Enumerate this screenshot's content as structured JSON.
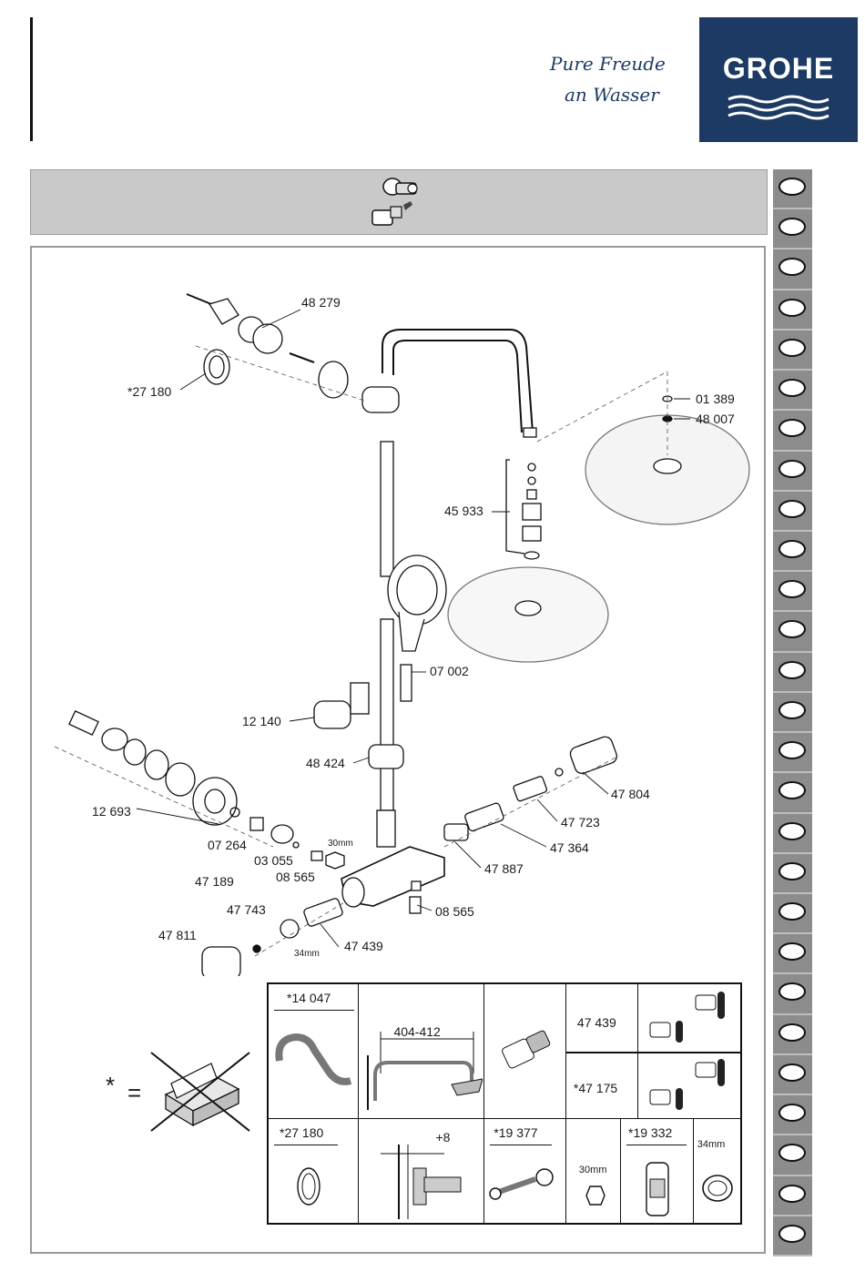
{
  "brand": {
    "name": "GROHE",
    "slogan_line1": "Pure Freude",
    "slogan_line2": "an Wasser"
  },
  "side_tabs": {
    "count": 27
  },
  "callouts": [
    {
      "id": "c-48279",
      "text": "48 279"
    },
    {
      "id": "c-27180",
      "text": "*27 180"
    },
    {
      "id": "c-01389",
      "text": "01 389"
    },
    {
      "id": "c-48007",
      "text": "48 007"
    },
    {
      "id": "c-45933",
      "text": "45 933"
    },
    {
      "id": "c-07002",
      "text": "07 002"
    },
    {
      "id": "c-12140",
      "text": "12 140"
    },
    {
      "id": "c-48424",
      "text": "48 424"
    },
    {
      "id": "c-12693",
      "text": "12 693"
    },
    {
      "id": "c-07264",
      "text": "07 264"
    },
    {
      "id": "c-03055",
      "text": "03 055"
    },
    {
      "id": "c-47189",
      "text": "47 189"
    },
    {
      "id": "c-08565a",
      "text": "08 565"
    },
    {
      "id": "c-08565b",
      "text": "08 565"
    },
    {
      "id": "c-47804",
      "text": "47 804"
    },
    {
      "id": "c-47723",
      "text": "47 723"
    },
    {
      "id": "c-47364",
      "text": "47 364"
    },
    {
      "id": "c-47887",
      "text": "47 887"
    },
    {
      "id": "c-47743",
      "text": "47 743"
    },
    {
      "id": "c-47811",
      "text": "47 811"
    },
    {
      "id": "c-47439",
      "text": "47 439"
    }
  ],
  "sizes": {
    "wrench_30": "30mm",
    "wrench_34": "34mm"
  },
  "legend": {
    "asterisk": "*",
    "equals": "="
  },
  "table": {
    "r1_c1_label": "*14 047",
    "r1_c2_dim": "404-412",
    "r1_c4_top": "47 439",
    "r1_c4_bottom": "*47 175",
    "r2_c1_label": "*27 180",
    "r2_c2_dim": "+8",
    "r2_c3_label": "*19 377",
    "r2_c4_size": "30mm",
    "r2_c5_label": "*19 332",
    "r2_c6_size": "34mm"
  }
}
